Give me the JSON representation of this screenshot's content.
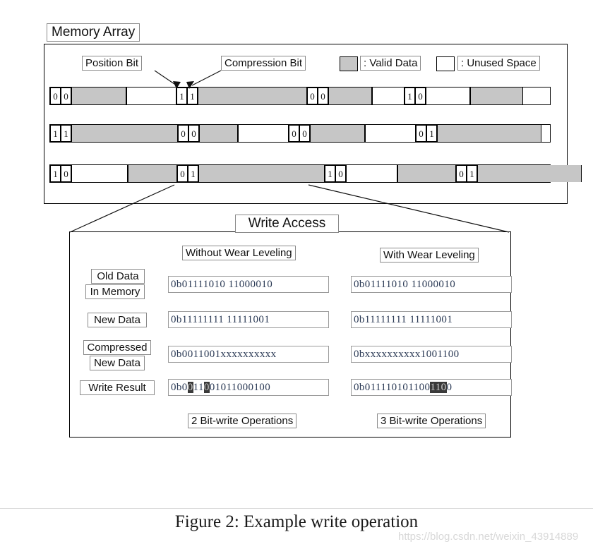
{
  "figure": {
    "caption": "Figure 2:  Example write operation",
    "watermark": "https://blog.csdn.net/weixin_43914889"
  },
  "memory_array": {
    "title": "Memory Array",
    "annotations": {
      "position_bit": "Position Bit",
      "compression_bit": "Compression Bit"
    },
    "legend": {
      "valid_label": ": Valid Data",
      "unused_label": ": Unused Space",
      "valid_color": "#c6c6c6",
      "unused_color": "#ffffff"
    },
    "rows": [
      {
        "segments": [
          {
            "type": "bit",
            "value": "0"
          },
          {
            "type": "bit",
            "value": "0"
          },
          {
            "type": "valid",
            "width": 78
          },
          {
            "type": "unused",
            "width": 71
          },
          {
            "type": "bit",
            "value": "1"
          },
          {
            "type": "bit",
            "value": "1"
          },
          {
            "type": "valid",
            "width": 155
          },
          {
            "type": "bit",
            "value": "0"
          },
          {
            "type": "bit",
            "value": "0"
          },
          {
            "type": "valid",
            "width": 62
          },
          {
            "type": "unused",
            "width": 46
          },
          {
            "type": "bit",
            "value": "1"
          },
          {
            "type": "bit",
            "value": "0"
          },
          {
            "type": "unused",
            "width": 63
          },
          {
            "type": "valid",
            "width": 75
          }
        ]
      },
      {
        "segments": [
          {
            "type": "bit",
            "value": "1"
          },
          {
            "type": "bit",
            "value": "1"
          },
          {
            "type": "valid",
            "width": 151
          },
          {
            "type": "bit",
            "value": "0"
          },
          {
            "type": "bit",
            "value": "0"
          },
          {
            "type": "valid",
            "width": 55
          },
          {
            "type": "unused",
            "width": 72
          },
          {
            "type": "bit",
            "value": "0"
          },
          {
            "type": "bit",
            "value": "0"
          },
          {
            "type": "valid",
            "width": 78
          },
          {
            "type": "unused",
            "width": 72
          },
          {
            "type": "bit",
            "value": "0"
          },
          {
            "type": "bit",
            "value": "1"
          },
          {
            "type": "valid",
            "width": 148
          }
        ]
      },
      {
        "segments": [
          {
            "type": "bit",
            "value": "1"
          },
          {
            "type": "bit",
            "value": "0"
          },
          {
            "type": "unused",
            "width": 80
          },
          {
            "type": "valid",
            "width": 70
          },
          {
            "type": "bit",
            "value": "0"
          },
          {
            "type": "bit",
            "value": "1"
          },
          {
            "type": "valid",
            "width": 179
          },
          {
            "type": "bit",
            "value": "1"
          },
          {
            "type": "bit",
            "value": "0"
          },
          {
            "type": "unused",
            "width": 73
          },
          {
            "type": "valid",
            "width": 83
          },
          {
            "type": "bit",
            "value": "0"
          },
          {
            "type": "bit",
            "value": "1"
          },
          {
            "type": "valid",
            "width": 148
          }
        ]
      }
    ]
  },
  "write_access": {
    "title": "Write Access",
    "columns": [
      {
        "header": "Without Wear Leveling"
      },
      {
        "header": "With Wear Leveling"
      }
    ],
    "row_labels": {
      "old_data_line1": "Old Data",
      "old_data_line2": "In Memory",
      "new_data": "New Data",
      "compressed_line1": "Compressed",
      "compressed_line2": "New Data",
      "write_result": "Write Result"
    },
    "values": {
      "old_data": {
        "without": "0b01111010 11000010",
        "with": "0b01111010 11000010"
      },
      "new_data": {
        "without": "0b11111111 11111001",
        "with": "0b11111111 11111001"
      },
      "compressed_new_data": {
        "without": "0b0011001xxxxxxxxxx",
        "with": "0bxxxxxxxxxx1001100"
      },
      "write_result": {
        "without": {
          "prefix": "0b0",
          "parts": [
            {
              "text": "0",
              "highlight": true
            },
            {
              "text": "11",
              "highlight": false
            },
            {
              "text": "0",
              "highlight": true
            },
            {
              "text": "01011000100",
              "highlight": false
            }
          ]
        },
        "with": {
          "prefix": "0b011110101100",
          "parts": [
            {
              "text": "11",
              "highlight": true
            },
            {
              "text": "0",
              "highlight": true
            },
            {
              "text": "0",
              "highlight": false
            }
          ]
        }
      }
    },
    "footers": {
      "without": "2 Bit-write Operations",
      "with": "3 Bit-write Operations"
    }
  }
}
